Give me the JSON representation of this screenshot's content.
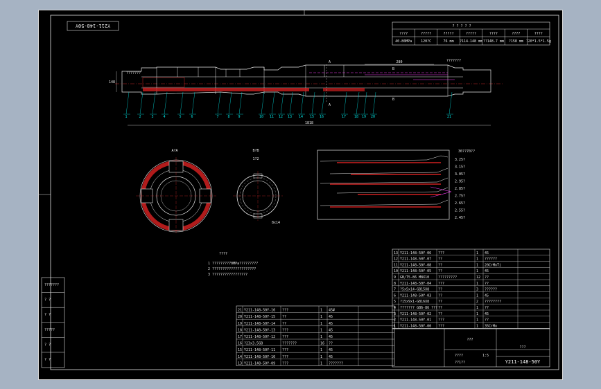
{
  "drawing": {
    "title_block_code": "Y211-148-50Y",
    "corner_code": "Y211-148-50Y",
    "params_title": "? ? ? ? ?",
    "params_headers": [
      "????",
      "?????",
      "?????",
      "?????",
      "????",
      "????",
      "????"
    ],
    "params_values": [
      "40-80MPa",
      "120?C",
      "76 mm",
      "?114-148 mm",
      "??148.7 mm",
      "?158 mm",
      "?20*1.5*1.5g"
    ],
    "section_aa": "A?A",
    "section_bb": "B?B",
    "section_bb_scale": "1?2",
    "section_a_mark": "A",
    "section_b_mark": "B",
    "dim_total": "1818",
    "dim_left": "148",
    "dim_slot": "8x14",
    "teeth_label": "30??70??",
    "teeth_angles": [
      "3.25?",
      "3.15?",
      "3.05?",
      "2.95?",
      "2.85?",
      "2.75?",
      "2.65?",
      "2.55?",
      "2.45?"
    ],
    "callout_left": "???????",
    "callout_right": "???????",
    "part_numbers": [
      "1",
      "2",
      "3",
      "4",
      "5",
      "6",
      "7",
      "8",
      "9",
      "10",
      "11",
      "12",
      "13",
      "14",
      "15",
      "16",
      "17",
      "18",
      "19",
      "20",
      "21"
    ],
    "notes_title": "????",
    "notes": [
      "1 ????????70MPa?????????",
      "2 ?????????????????????",
      "3 ?????????????????"
    ],
    "left_box_labels": [
      "???????",
      "?  ?",
      "?  ?",
      "?????",
      "?  ?",
      "?  ?"
    ],
    "bom_right": [
      [
        "13",
        "Y211-148-50Y-06",
        "???",
        "1",
        "45",
        ""
      ],
      [
        "12",
        "Y211-148-50Y-07",
        "??",
        "1",
        "??????",
        ""
      ],
      [
        "11",
        "Y211-148-50Y-08",
        "??",
        "1",
        "20CrMnTi",
        ""
      ],
      [
        "10",
        "Y211-148-50Y-05",
        "??",
        "1",
        "45",
        ""
      ],
      [
        "9",
        "GB/T5-86 M8X10",
        "?????????",
        "12",
        "??",
        ""
      ],
      [
        "8",
        "Y211-148-50Y-04",
        "???",
        "1",
        "??",
        ""
      ],
      [
        "7",
        "?5x5x14-GB15X8",
        "??",
        "3",
        "??????",
        ""
      ],
      [
        "6",
        "Y211-148-50Y-03",
        "??",
        "1",
        "45",
        ""
      ],
      [
        "5",
        "?15x9x1-GB16X8",
        "??",
        "2",
        "????????",
        ""
      ],
      [
        "4",
        "??????? GB6-86 ???",
        "??",
        "1",
        "??",
        ""
      ],
      [
        "3",
        "Y211-148-50Y-02",
        "??",
        "1",
        "45",
        ""
      ],
      [
        "2",
        "Y211-148-50Y-01",
        "???",
        "1",
        "??",
        ""
      ],
      [
        "1",
        "Y211-148-50Y-00",
        "???",
        "1",
        "35CrMo",
        ""
      ]
    ],
    "bom_left": [
      [
        "21",
        "Y211-148-50Y-16",
        "???",
        "1",
        "45#"
      ],
      [
        "20",
        "Y211-148-50Y-15",
        "??",
        "1",
        "45"
      ],
      [
        "19",
        "Y211-148-50Y-14",
        "??",
        "1",
        "45"
      ],
      [
        "18",
        "Y211-148-50Y-13",
        "???",
        "1",
        "45"
      ],
      [
        "17",
        "Y211-148-50Y-12",
        "???",
        "1",
        "45"
      ],
      [
        "16",
        "?23x3.5GB",
        "???????",
        "16",
        "??"
      ],
      [
        "15",
        "Y211-148-50Y-11",
        "???",
        "1",
        "45"
      ],
      [
        "14",
        "Y211-148-50Y-10",
        "???",
        "1",
        "45"
      ],
      [
        "13",
        "Y211-148-50Y-09",
        "???",
        "1",
        "???????"
      ]
    ],
    "title_center": "???",
    "title_right": "???",
    "scale": "1:5",
    "sheet": "??1??",
    "weight_row": "????"
  }
}
